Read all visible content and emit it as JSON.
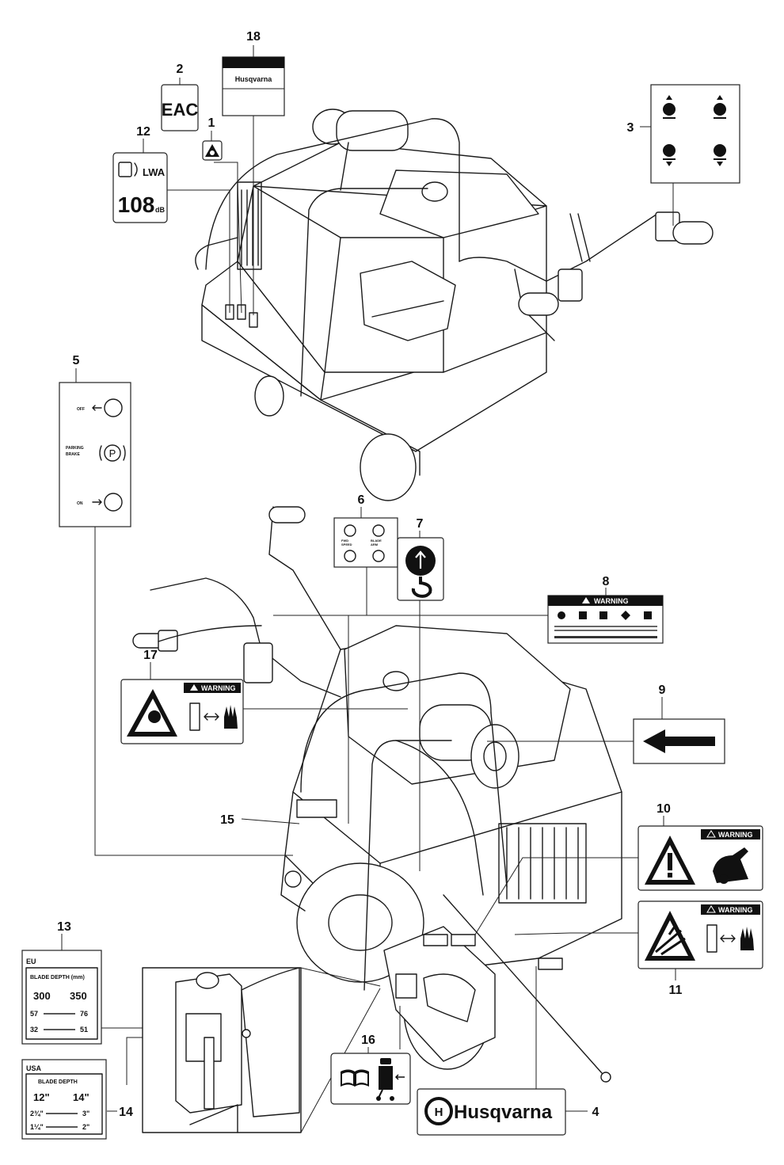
{
  "callouts": [
    "1",
    "2",
    "3",
    "4",
    "5",
    "6",
    "7",
    "8",
    "9",
    "10",
    "11",
    "12",
    "13",
    "14",
    "15",
    "16",
    "17",
    "18"
  ],
  "decal_2": {
    "mark": "EAC"
  },
  "decal_12": {
    "symbol": "LWA",
    "value": "108",
    "unit": "dB"
  },
  "decal_18": {
    "brand": "Husqvarna"
  },
  "decal_5": {
    "off": "OFF",
    "parking_line1": "PARKING",
    "parking_line2": "BRAKE",
    "p": "P",
    "on": "ON"
  },
  "decal_6": {
    "left_label_line1": "FWD",
    "left_label_line2": "SPEED",
    "right_label_line1": "BLADE",
    "right_label_line2": "ARM"
  },
  "decal_8": {
    "header": "WARNING"
  },
  "decal_17": {
    "header": "WARNING"
  },
  "decal_10": {
    "header": "WARNING"
  },
  "decal_11": {
    "header": "WARNING"
  },
  "decal_13": {
    "region": "EU",
    "title": "BLADE DEPTH (mm)",
    "col_a": "300",
    "col_b": "350",
    "row1_a": "57",
    "row1_b": "76",
    "row2_a": "32",
    "row2_b": "51"
  },
  "decal_14": {
    "region": "USA",
    "title": "BLADE DEPTH",
    "col_a": "12\"",
    "col_b": "14\"",
    "row1_a": "2¾\"",
    "row1_b": "3\"",
    "row2_a": "1¼\"",
    "row2_b": "2\""
  },
  "decal_4": {
    "brand": "Husqvarna"
  },
  "colors": {
    "ink": "#111111",
    "paper": "#ffffff"
  }
}
